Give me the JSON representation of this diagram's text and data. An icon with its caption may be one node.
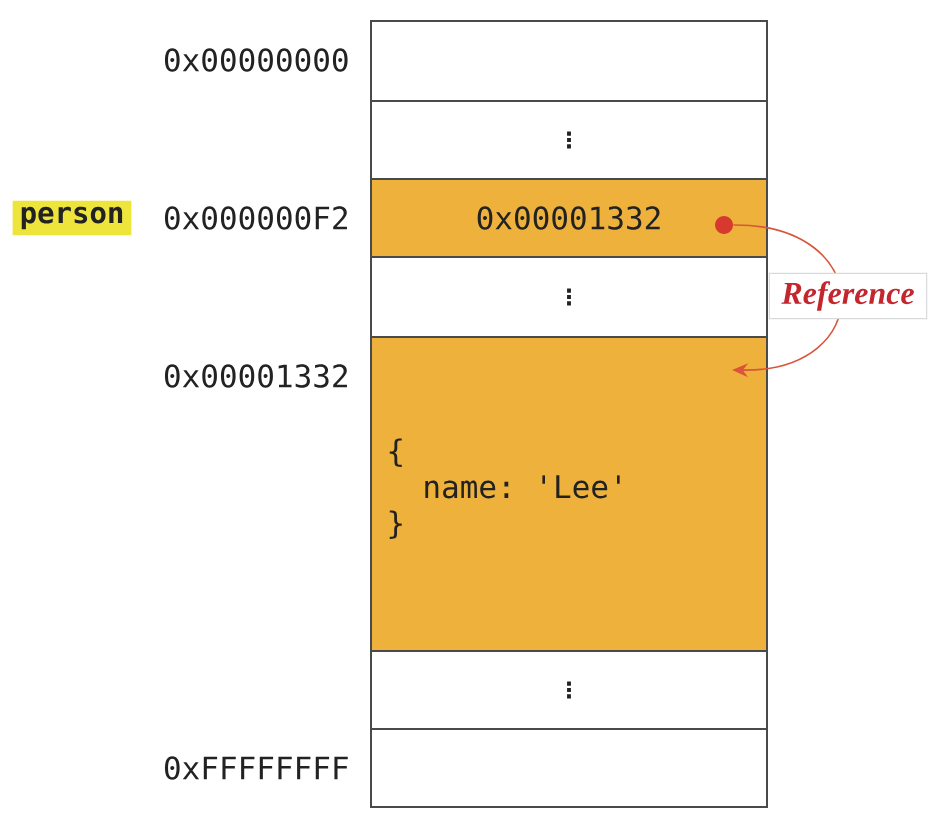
{
  "diagram": {
    "nodes": [
      {
        "text": [],
        "shape": "box",
        "beside": [
          "0x00000000"
        ]
      },
      {
        "text": [
          "⋮"
        ]
      },
      {
        "text": [
          "0x00001332"
        ],
        "beside": [
          "person",
          "0x000000F2"
        ]
      },
      {
        "text": [],
        "shape": "circle",
        "in": 2
      },
      {
        "text": [
          "⋮"
        ]
      },
      {
        "text": [
          "{",
          "name: 'Lee'",
          "}"
        ],
        "beside": [
          "0x00001332"
        ]
      },
      {
        "text": [
          "⋮"
        ]
      },
      {
        "text": [],
        "shape": "box",
        "beside": [
          "0xFFFFFFFF"
        ]
      }
    ],
    "edges": [
      {
        "from": 3,
        "to": 5,
        "arrow": "to",
        "label": "Reference",
        "color": "#d9553a"
      }
    ]
  }
}
